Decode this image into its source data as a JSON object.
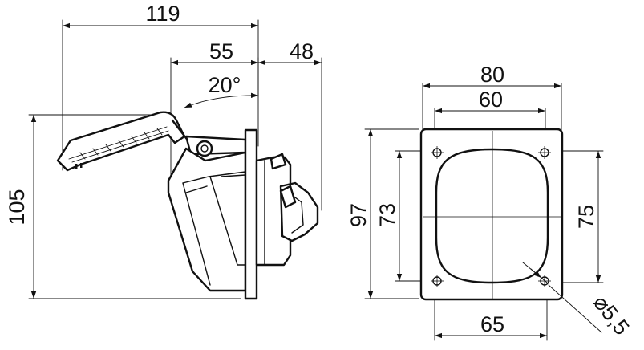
{
  "side_view": {
    "dim_width_total": "119",
    "dim_width_lid": "55",
    "dim_depth": "48",
    "dim_angle": "20°",
    "dim_height": "105"
  },
  "front_view": {
    "dim_outer_width": "80",
    "dim_hole_spacing_h": "60",
    "dim_outer_height": "97",
    "dim_hole_spacing_v_left": "73",
    "dim_hole_spacing_v_right": "75",
    "dim_bottom_width": "65",
    "dim_hole_diameter": "⌀5,5"
  }
}
